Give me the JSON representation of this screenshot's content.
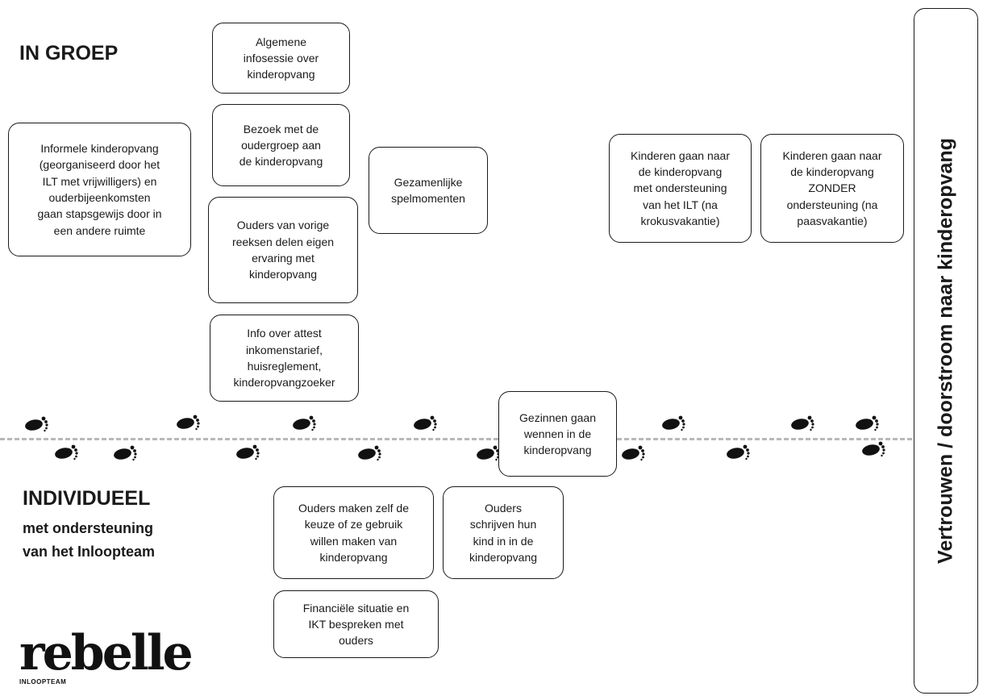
{
  "heading_group": "IN GROEP",
  "heading_individual": "INDIVIDUEEL",
  "heading_individual_sub": "met ondersteuning\nvan het Inloopteam",
  "side_label": "Vertrouwen / doorstroom naar kinderopvang",
  "logo": {
    "word": "rebelle",
    "subtitle": "INLOOPTEAM"
  },
  "group_steps": [
    "Informele kinderopvang\n(georganiseerd door het\nILT met vrijwilligers) en\nouderbijeenkomsten\ngaan stapsgewijs door in\neen andere ruimte",
    "Algemene\ninfosessie over\nkinderopvang",
    "Bezoek met de\noudergroep aan\nde kinderopvang",
    "Ouders van vorige\nreeksen delen eigen\nervaring met\nkinderopvang",
    "Info over attest\ninkomenstarief,\nhuisreglement,\nkinderopvangzoeker",
    "Gezamenlijke\nspelmomenten",
    "Kinderen gaan naar\nde kinderopvang\nmet ondersteuning\nvan het ILT (na\nkrokusvakantie)",
    "Kinderen gaan naar\nde kinderopvang\nZONDER\nondersteuning (na\npaasvakantie)"
  ],
  "timeline_step": "Gezinnen gaan\nwennen in de\nkinderopvang",
  "individual_steps": [
    "Ouders maken zelf de\nkeuze of ze gebruik\nwillen maken van\nkinderopvang",
    "Ouders\nschrijven hun\nkind in in de\nkinderopvang",
    "Financiële situatie en\nIKT bespreken met\nouders"
  ],
  "colors": {
    "ink": "#1a1a1a",
    "timeline": "#b8b8b8",
    "footprint": "#111111"
  }
}
